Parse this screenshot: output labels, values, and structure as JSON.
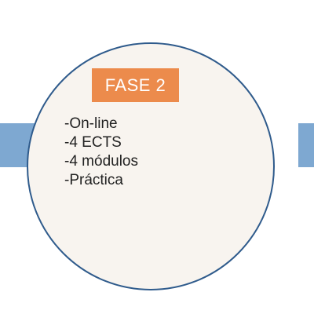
{
  "phase": {
    "label": "FASE 2",
    "badge_color": "#ec8b4c"
  },
  "items": [
    "-On-line",
    "-4 ECTS",
    "-4 módulos",
    "-Práctica"
  ],
  "colors": {
    "band": "#7ea8d1",
    "circle_fill": "#f8f4ef",
    "circle_border": "#2f5b8c"
  }
}
